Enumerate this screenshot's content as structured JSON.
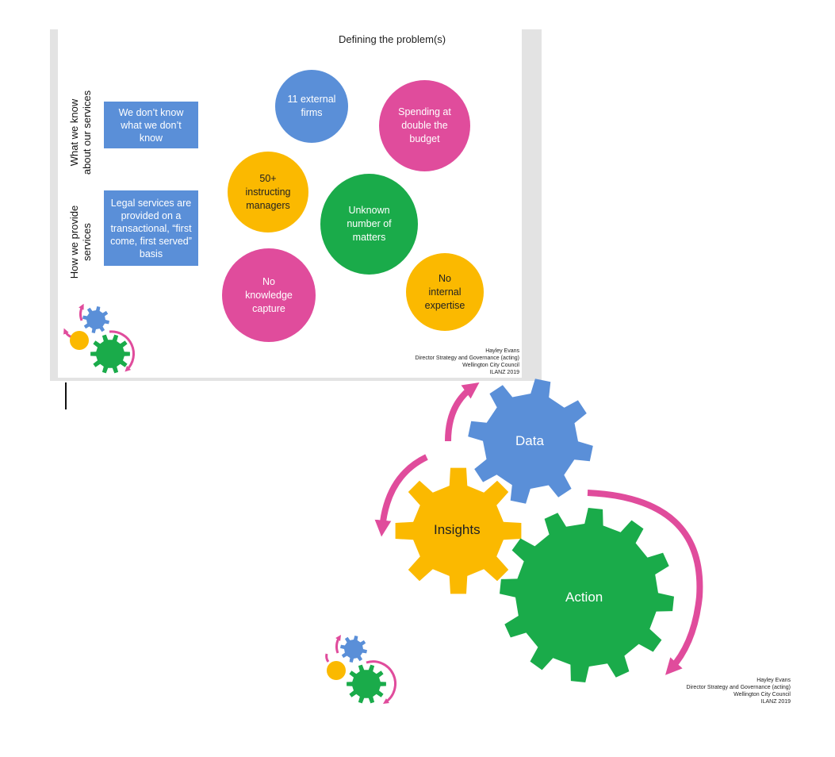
{
  "slide": {
    "title": "Defining the problem(s)",
    "row_labels": [
      "What we know about our services",
      "How we provide services"
    ],
    "boxes": [
      "We don’t know what we don’t know",
      "Legal services are provided on a transactional, “first come, first served” basis"
    ],
    "circles": [
      {
        "text": "11 external firms",
        "color": "#5a8fd8"
      },
      {
        "text": "Spending at double the budget",
        "color": "#e04c9c"
      },
      {
        "text": "50+ instructing managers",
        "color": "#fbb900"
      },
      {
        "text": "Unknown number of matters",
        "color": "#1aab4a"
      },
      {
        "text": "No knowledge capture",
        "color": "#e04c9c"
      },
      {
        "text": "No internal expertise",
        "color": "#fbb900"
      }
    ],
    "credit": [
      "Hayley Evans",
      "Director Strategy and Governance (acting)",
      "Wellington City Council",
      "ILANZ 2019"
    ]
  },
  "cycle": {
    "gears": [
      {
        "label": "Data",
        "color": "#5a8fd8"
      },
      {
        "label": "Insights",
        "color": "#fbb900"
      },
      {
        "label": "Action",
        "color": "#1aab4a"
      }
    ],
    "arrow_color": "#e04c9c",
    "credit": [
      "Hayley Evans",
      "Director Strategy and Governance (acting)",
      "Wellington City Council",
      "ILANZ 2019"
    ]
  }
}
